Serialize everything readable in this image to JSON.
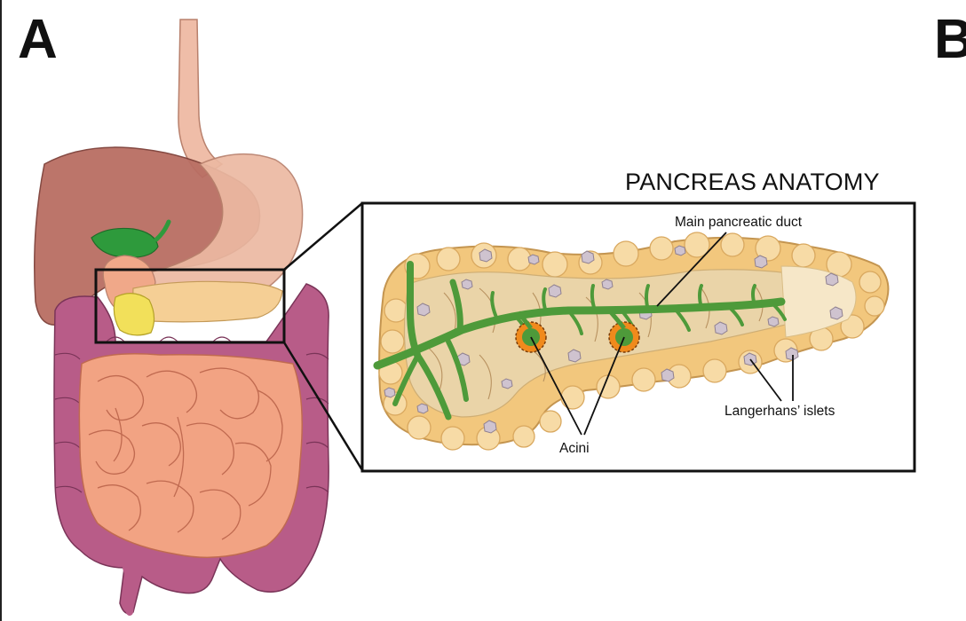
{
  "panels": {
    "a_letter": "A",
    "b_letter": "B"
  },
  "inset": {
    "title": "PANCREAS ANATOMY",
    "labels": {
      "main_duct": "Main pancreatic duct",
      "islets": "Langerhans’ islets",
      "acini": "Acini"
    }
  },
  "colors": {
    "liver": "#b96e63",
    "stomach": "#ecb9a2",
    "gallbladder": "#2e9a3c",
    "pancreas": "#f2c77d",
    "large_intestine": "#b85c88",
    "small_intestine": "#f2a383",
    "duct": "#4e9a3a",
    "acinus": "#f08a1c",
    "islet": "#cfc3cf"
  }
}
